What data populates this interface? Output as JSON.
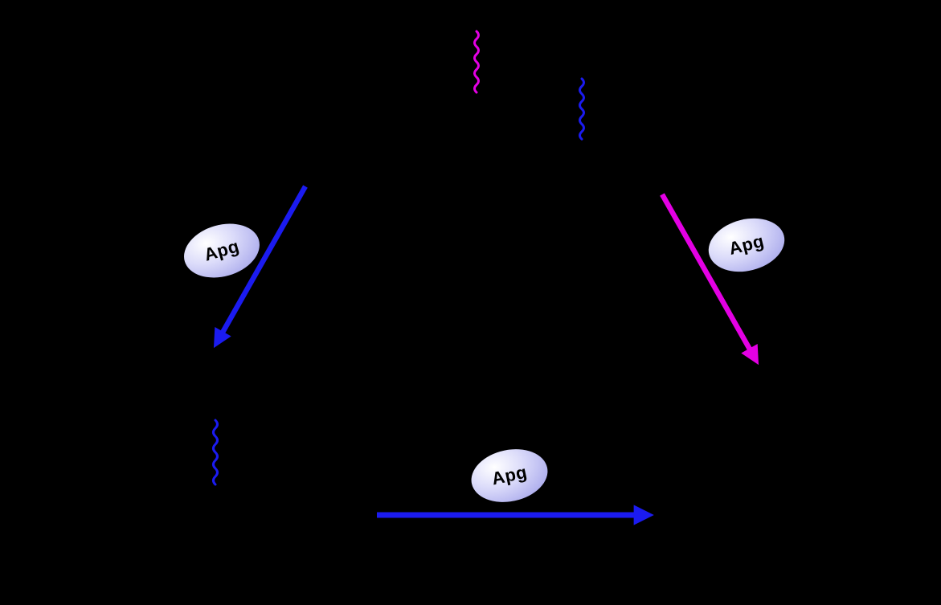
{
  "diagram": {
    "background": "#000000",
    "enzymes": [
      {
        "label": "Apg",
        "position": "upper-left-arrow"
      },
      {
        "label": "Apg",
        "position": "upper-right-arrow"
      },
      {
        "label": "Apg",
        "position": "bottom-arrow"
      }
    ],
    "arrows": [
      {
        "name": "left-reaction-arrow",
        "direction": "down-left",
        "color": "#1b1bf0"
      },
      {
        "name": "right-reaction-arrow",
        "direction": "down-right",
        "color": "#e400e4"
      },
      {
        "name": "bottom-reaction-arrow",
        "direction": "right",
        "color": "#1b1bf0"
      }
    ],
    "squiggles": [
      {
        "name": "top-center-squiggle",
        "color": "#e400e4"
      },
      {
        "name": "top-right-squiggle",
        "color": "#1b1bf0"
      },
      {
        "name": "lower-left-squiggle",
        "color": "#1b1bf0"
      }
    ],
    "colors": {
      "magenta": "#e400e4",
      "blue": "#1b1bf0",
      "enzyme_fill_edge": "#a9a9ec",
      "enzyme_fill_light": "#ffffff",
      "enzyme_text": "#000000",
      "background": "#000000"
    }
  }
}
